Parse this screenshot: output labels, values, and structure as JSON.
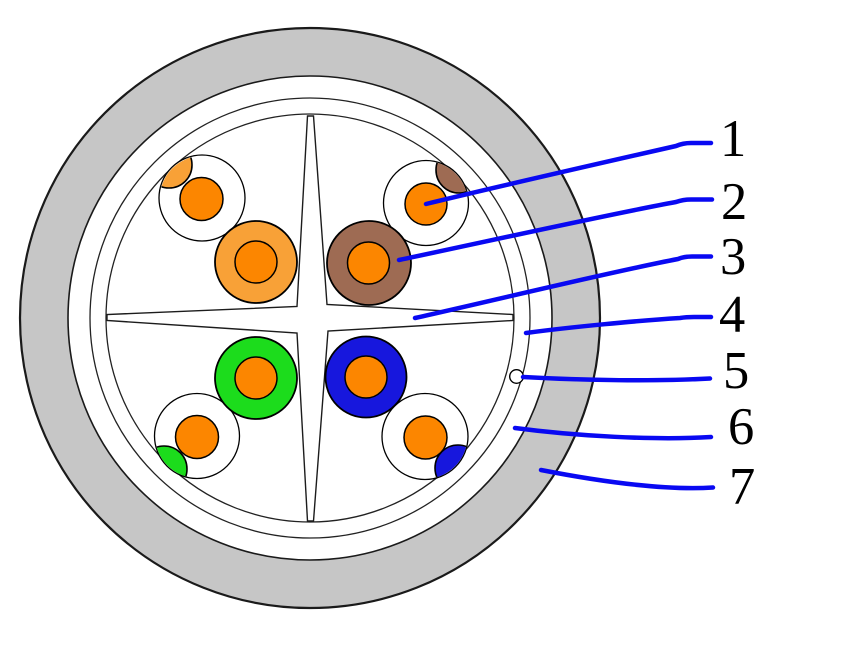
{
  "diagram": {
    "type": "cable-cross-section",
    "callouts": [
      {
        "number": "1"
      },
      {
        "number": "2"
      },
      {
        "number": "3"
      },
      {
        "number": "4"
      },
      {
        "number": "5"
      },
      {
        "number": "6"
      },
      {
        "number": "7"
      }
    ],
    "colors": {
      "jacket_gray": "#c6c6c6",
      "wire_white": "#ffffff",
      "conductor_orange": "#fc8600",
      "insulation_orange": "#f8a137",
      "insulation_brown": "#9e6b53",
      "insulation_green": "#1cdc1c",
      "insulation_blue": "#1717dd",
      "leader_blue": "#0909f2",
      "label_black": "#000000"
    }
  }
}
